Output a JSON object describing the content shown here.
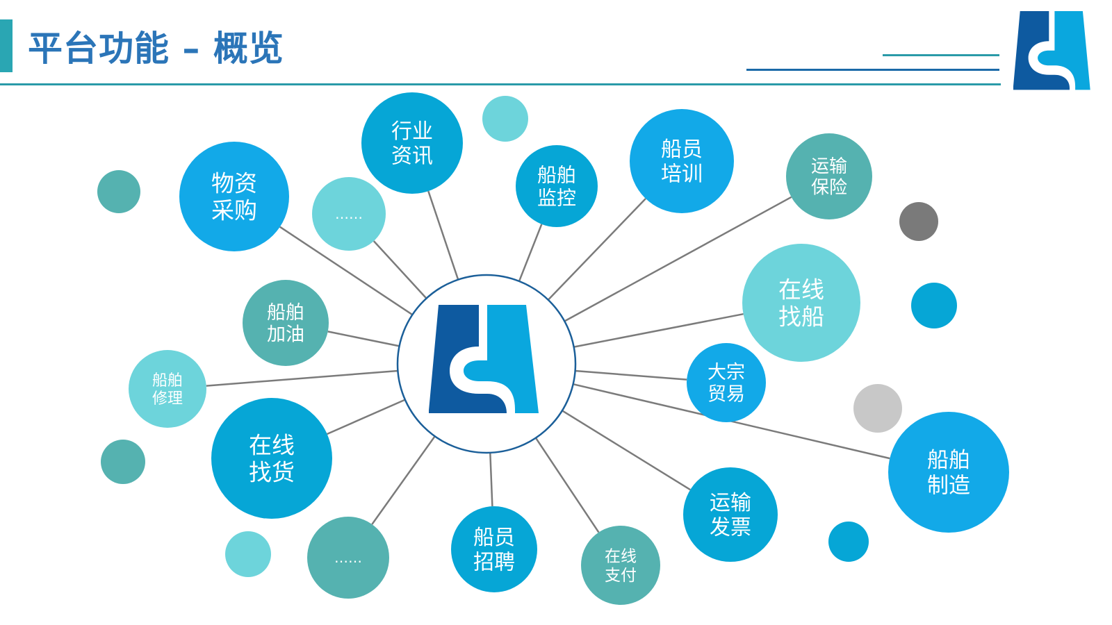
{
  "header": {
    "title": "平台功能 – 概览"
  },
  "colors": {
    "blue": "#12a9e8",
    "mid_blue": "#06a6d6",
    "teal": "#55b2b0",
    "light_teal": "#6dd4db",
    "gray": "#7a7a7a",
    "light_gray": "#c8c8c8",
    "line": "#7b7b7b",
    "logo_dark": "#0e5aa0",
    "logo_light": "#0aa7de"
  },
  "nodes": [
    {
      "id": "wuzi",
      "lines": [
        "物资",
        "采购"
      ],
      "color": "blue"
    },
    {
      "id": "hangye",
      "lines": [
        "行业",
        "资讯"
      ],
      "color": "mid_blue"
    },
    {
      "id": "jiankong",
      "lines": [
        "船舶",
        "监控"
      ],
      "color": "mid_blue"
    },
    {
      "id": "peixun",
      "lines": [
        "船员",
        "培训"
      ],
      "color": "blue"
    },
    {
      "id": "baoxian",
      "lines": [
        "运输",
        "保险"
      ],
      "color": "teal"
    },
    {
      "id": "zhaochuan",
      "lines": [
        "在线",
        "找船"
      ],
      "color": "light_teal"
    },
    {
      "id": "maoyi",
      "lines": [
        "大宗",
        "贸易"
      ],
      "color": "blue"
    },
    {
      "id": "zhizao",
      "lines": [
        "船舶",
        "制造"
      ],
      "color": "blue"
    },
    {
      "id": "fapiao",
      "lines": [
        "运输",
        "发票"
      ],
      "color": "mid_blue"
    },
    {
      "id": "zhifu",
      "lines": [
        "在线",
        "支付"
      ],
      "color": "teal"
    },
    {
      "id": "zhaopin",
      "lines": [
        "船员",
        "招聘"
      ],
      "color": "mid_blue"
    },
    {
      "id": "more_bottom",
      "lines": [
        "……"
      ],
      "color": "teal"
    },
    {
      "id": "zhaohuo",
      "lines": [
        "在线",
        "找货"
      ],
      "color": "mid_blue"
    },
    {
      "id": "xiuli",
      "lines": [
        "船舶",
        "修理"
      ],
      "color": "light_teal"
    },
    {
      "id": "jiayou",
      "lines": [
        "船舶",
        "加油"
      ],
      "color": "teal"
    },
    {
      "id": "more_top",
      "lines": [
        "……"
      ],
      "color": "light_teal"
    }
  ],
  "decor_circles": [
    {
      "id": "deco-1",
      "color": "light_teal"
    },
    {
      "id": "deco-2",
      "color": "teal"
    },
    {
      "id": "deco-3",
      "color": "gray"
    },
    {
      "id": "deco-4",
      "color": "mid_blue"
    },
    {
      "id": "deco-5",
      "color": "light_gray"
    },
    {
      "id": "deco-6",
      "color": "mid_blue"
    },
    {
      "id": "deco-7",
      "color": "teal"
    },
    {
      "id": "deco-8",
      "color": "light_teal"
    }
  ]
}
